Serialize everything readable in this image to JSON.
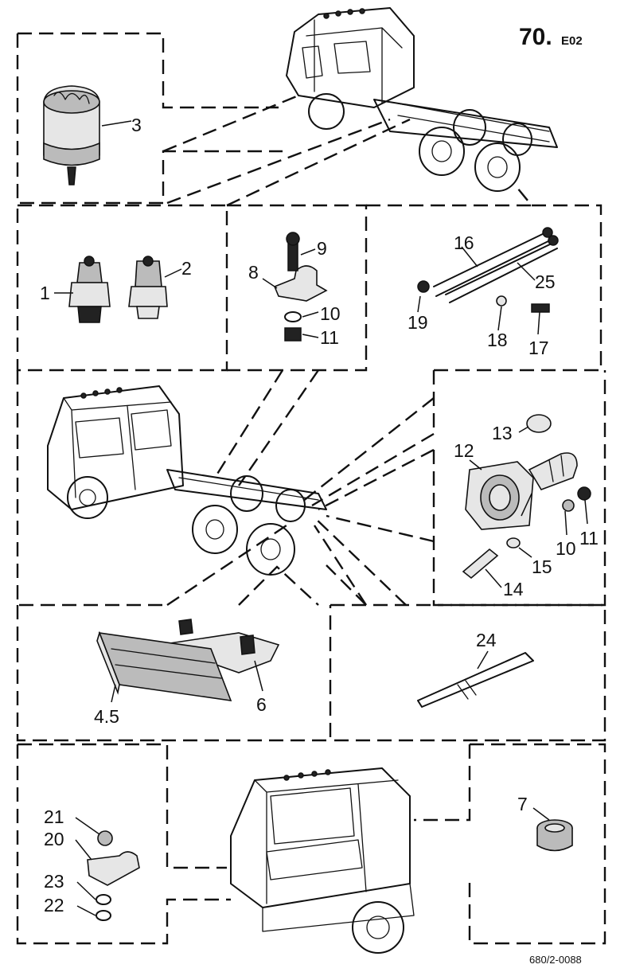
{
  "page_code": {
    "main": "70.",
    "sub": "E02"
  },
  "drawing_ref": "680/2-0088",
  "callouts": {
    "c1": "1",
    "c2": "2",
    "c3": "3",
    "c45": "4.5",
    "c6": "6",
    "c7": "7",
    "c8": "8",
    "c9": "9",
    "c10a": "10",
    "c11a": "11",
    "c10b": "10",
    "c11b": "11",
    "c12": "12",
    "c13": "13",
    "c14": "14",
    "c15": "15",
    "c16": "16",
    "c17": "17",
    "c18": "18",
    "c19": "19",
    "c20": "20",
    "c21": "21",
    "c22": "22",
    "c23": "23",
    "c24": "24",
    "c25": "25"
  }
}
